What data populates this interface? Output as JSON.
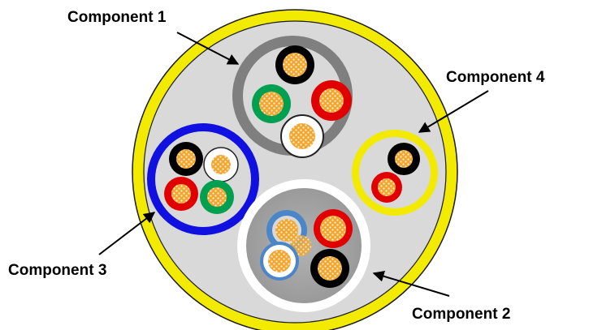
{
  "labels": {
    "component_1": "Component 1",
    "component_2": "Component 2",
    "component_3": "Component 3",
    "component_4": "Component 4"
  },
  "colors": {
    "outer_jacket": "#f2ea00",
    "cable_fill": "#d9d9d9",
    "component_1_jacket": "#7f7f7f",
    "component_2_jacket": "#ffffff",
    "component_2_fill": "#a6a6a6",
    "component_3_jacket": "#1010e0",
    "component_4_jacket": "#f2ea00",
    "conductor_copper": "#f0a630",
    "insulation_black": "#000000",
    "insulation_red": "#e00000",
    "insulation_green": "#00a050",
    "insulation_white": "#ffffff",
    "insulation_blue": "#4a86c8"
  },
  "components": [
    {
      "id": "component-1",
      "label_key": "component_1",
      "conductors": [
        "black",
        "red",
        "green",
        "white"
      ]
    },
    {
      "id": "component-2",
      "label_key": "component_2",
      "conductors": [
        "blue",
        "red",
        "white",
        "black"
      ]
    },
    {
      "id": "component-3",
      "label_key": "component_3",
      "conductors": [
        "black",
        "white",
        "red",
        "green"
      ]
    },
    {
      "id": "component-4",
      "label_key": "component_4",
      "conductors": [
        "black",
        "red"
      ]
    }
  ]
}
